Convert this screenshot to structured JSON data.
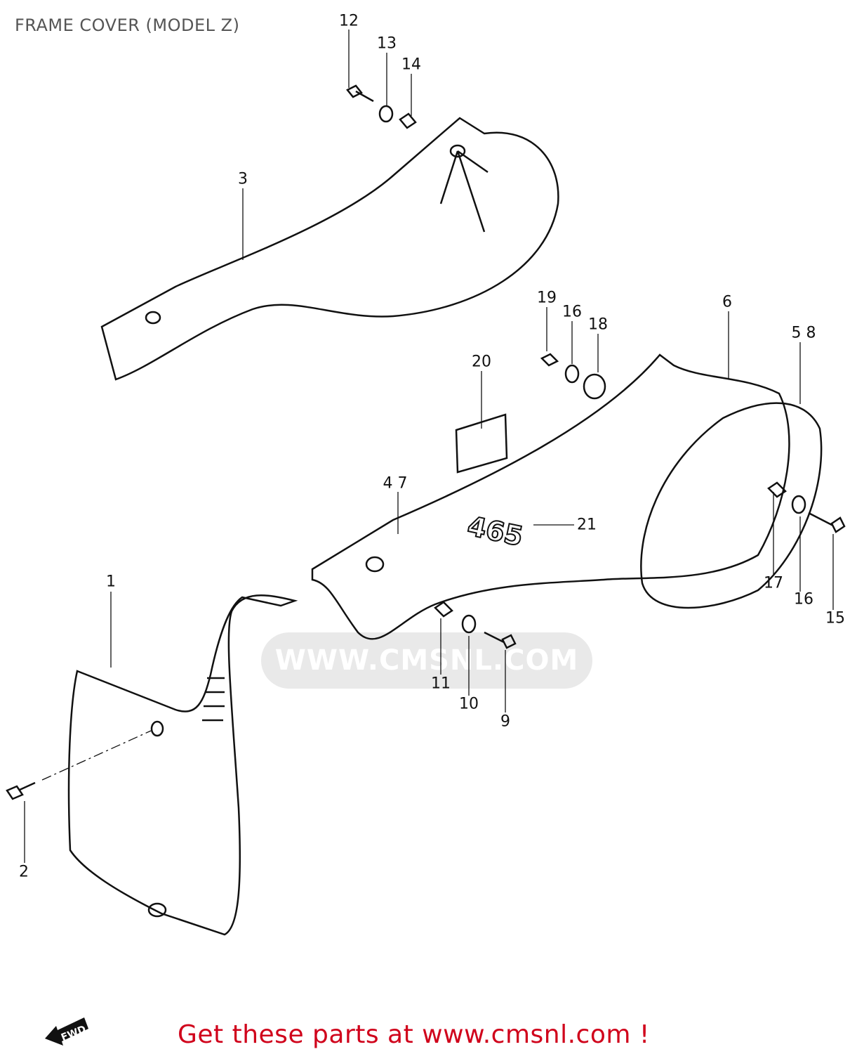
{
  "title": "FRAME COVER (MODEL Z)",
  "watermark": "WWW.CMSNL.COM",
  "footer": "Get these parts at www.cmsnl.com !",
  "fwd_icon": {
    "label": "FWD",
    "icon": "arrow-left-icon"
  },
  "decal_text": "465",
  "callouts": [
    "12",
    "13",
    "14",
    "3",
    "19",
    "16",
    "18",
    "6",
    "5 8",
    "20",
    "4 7",
    "21",
    "1",
    "17",
    "16",
    "15",
    "11",
    "10",
    "9",
    "2"
  ]
}
